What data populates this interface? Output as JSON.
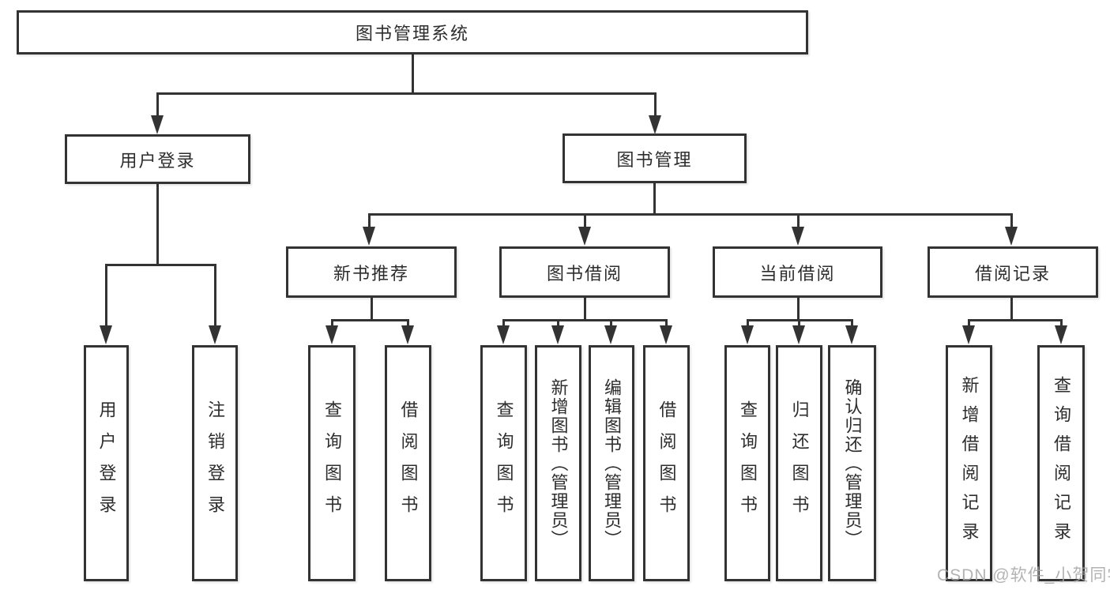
{
  "tree": {
    "label": "图书管理系统",
    "children": [
      {
        "label": "用户登录",
        "children": [
          {
            "label": "用户登录"
          },
          {
            "label": "注销登录"
          }
        ]
      },
      {
        "label": "图书管理",
        "children": [
          {
            "label": "新书推荐",
            "children": [
              {
                "label": "查询图书"
              },
              {
                "label": "借阅图书"
              }
            ]
          },
          {
            "label": "图书借阅",
            "children": [
              {
                "label": "查询图书"
              },
              {
                "label": "新增图书（管理员）"
              },
              {
                "label": "编辑图书（管理员）"
              },
              {
                "label": "借阅图书"
              }
            ]
          },
          {
            "label": "当前借阅",
            "children": [
              {
                "label": "查询图书"
              },
              {
                "label": "归还图书"
              },
              {
                "label": "确认归还（管理员）"
              }
            ]
          },
          {
            "label": "借阅记录",
            "children": [
              {
                "label": "新增借阅记录"
              },
              {
                "label": "查询借阅记录"
              }
            ]
          }
        ]
      }
    ]
  },
  "watermark": "CSDN @软件_小贺同学",
  "colors": {
    "line": "#333333",
    "text": "#2d2d2d",
    "watermark": "#a6a6a6"
  }
}
